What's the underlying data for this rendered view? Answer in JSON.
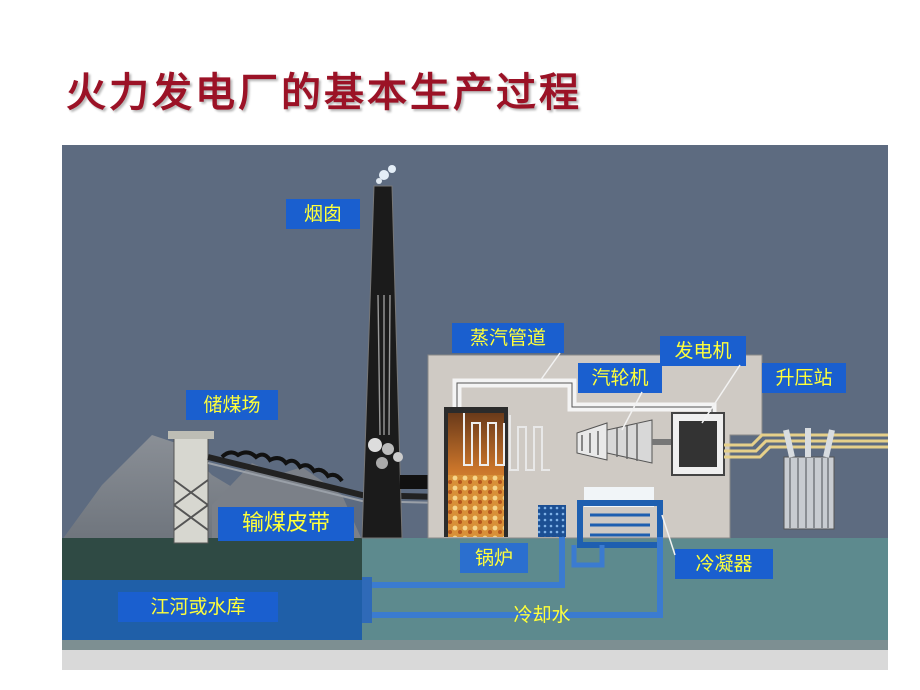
{
  "title": "火力发电厂的基本生产过程",
  "labels": {
    "chimney": "烟囱",
    "steam_pipe": "蒸汽管道",
    "generator": "发电机",
    "turbine": "汽轮机",
    "substation": "升压站",
    "coal_yard": "储煤场",
    "conveyor": "输煤皮带",
    "boiler": "锅炉",
    "condenser": "冷凝器",
    "water_source": "江河或水库",
    "cooling_water": "冷却水"
  },
  "colors": {
    "title": "#9b1226",
    "label_bg": "#1a5fcf",
    "label_text": "#ffff3a",
    "sky": "#5d6b80",
    "water": "#1f5fa8",
    "ground": "#2f4a44"
  }
}
